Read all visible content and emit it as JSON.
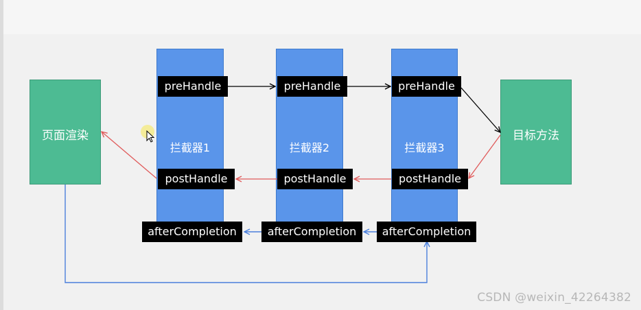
{
  "render_node": {
    "label": "页面渲染"
  },
  "target_node": {
    "label": "目标方法"
  },
  "interceptors": [
    {
      "label": "拦截器1",
      "pre": "preHandle",
      "post": "postHandle",
      "after": "afterCompletion"
    },
    {
      "label": "拦截器2",
      "pre": "preHandle",
      "post": "postHandle",
      "after": "afterCompletion"
    },
    {
      "label": "拦截器3",
      "pre": "preHandle",
      "post": "postHandle",
      "after": "afterCompletion"
    }
  ],
  "watermark": "CSDN @weixin_42264382",
  "colors": {
    "node_green": "#4dbb93",
    "interceptor_blue": "#5a95ea",
    "arrow_pre": "#000000",
    "arrow_post": "#e05a5a",
    "arrow_after": "#4a7fdc"
  }
}
